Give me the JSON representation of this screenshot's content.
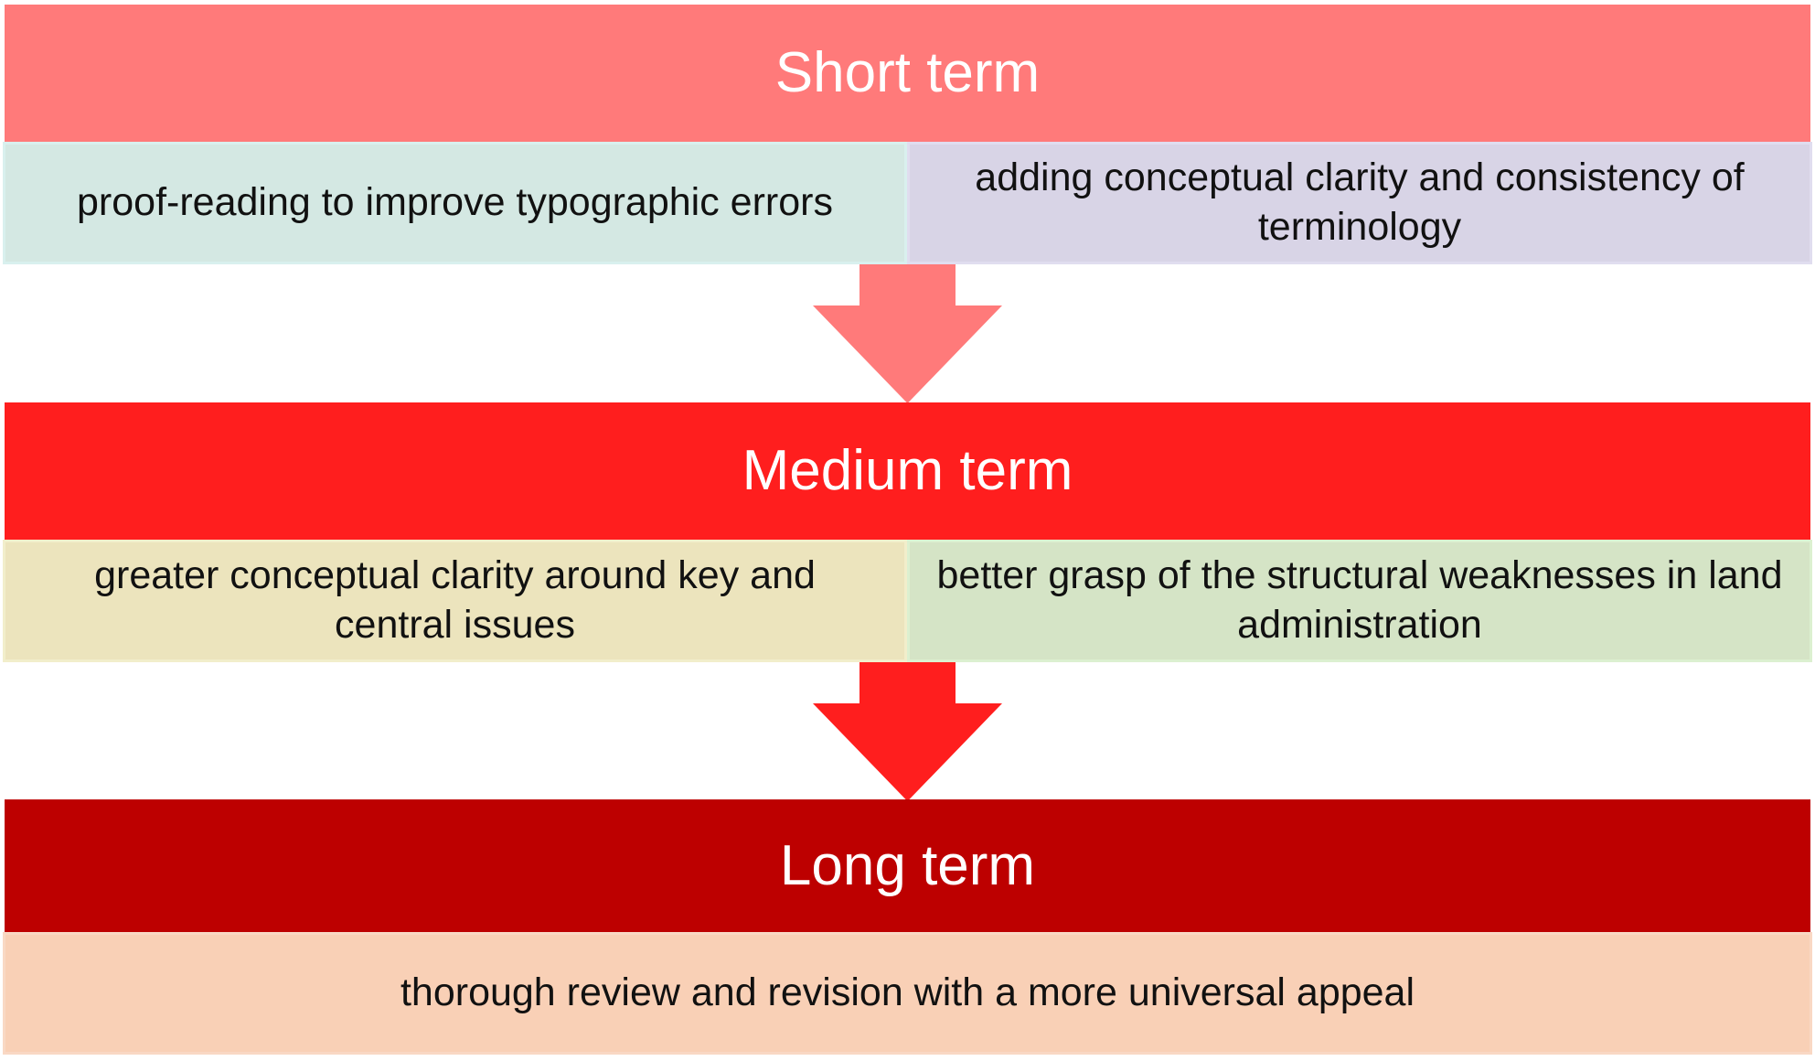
{
  "tiers": [
    {
      "title": "Short term",
      "color": "#ff7a7a",
      "items": [
        {
          "text": "proof-reading to improve typographic errors",
          "bg": "#d4e8e3",
          "border": "#d9f0ee"
        },
        {
          "text": "adding conceptual clarity and consistency of terminology",
          "bg": "#d8d4e6",
          "border": "#e0ddef"
        }
      ]
    },
    {
      "title": "Medium term",
      "color": "#ff1e1e",
      "items": [
        {
          "text": "greater conceptual clarity around key and central issues",
          "bg": "#ece4bd",
          "border": "#f2eecb"
        },
        {
          "text": "better grasp of the structural weaknesses in land administration",
          "bg": "#d5e4c6",
          "border": "#dcf0d0"
        }
      ]
    },
    {
      "title": "Long term",
      "color": "#bd0000",
      "items": [
        {
          "text": "thorough review and revision with a more universal appeal",
          "bg": "#f9d0b6",
          "border": "#f9d8c4"
        }
      ]
    }
  ],
  "arrows": [
    {
      "color": "#ff7a7a"
    },
    {
      "color": "#ff1e1e"
    }
  ]
}
